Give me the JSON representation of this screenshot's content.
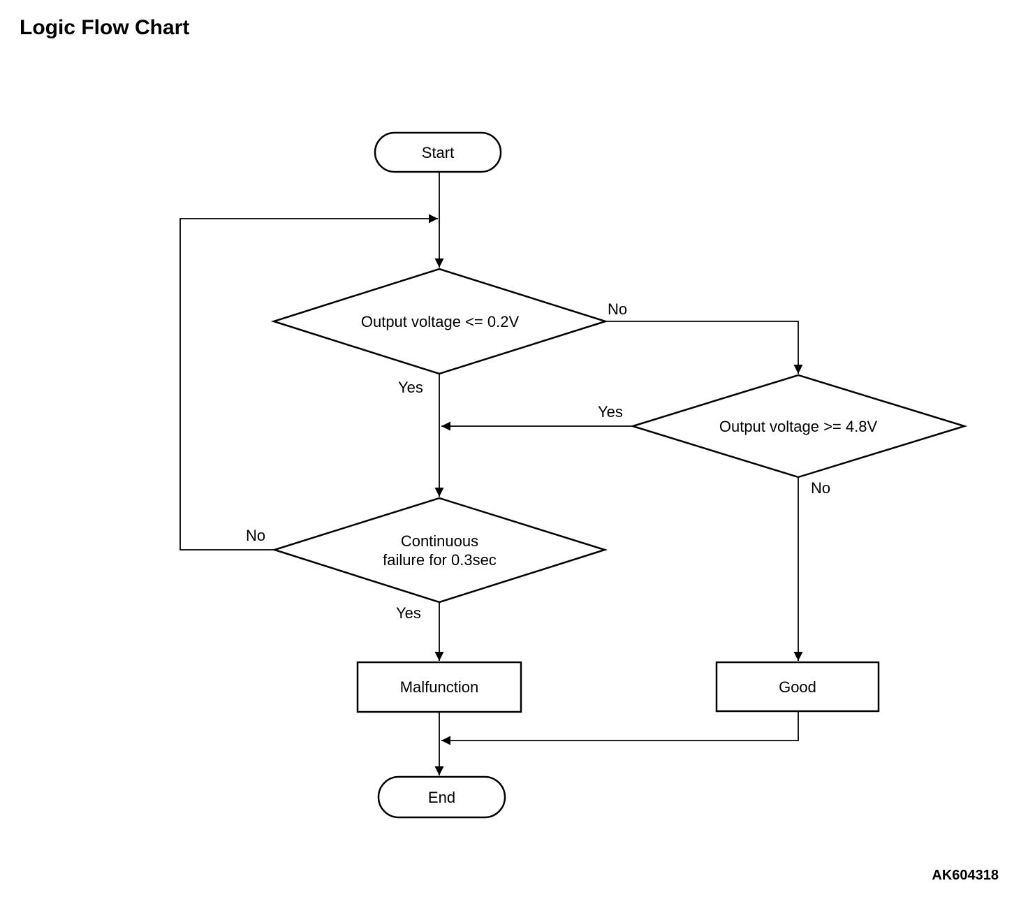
{
  "page": {
    "title": "Logic Flow Chart",
    "figure_code": "AK604318"
  },
  "flowchart": {
    "nodes": {
      "start": {
        "type": "terminator",
        "label": "Start"
      },
      "decision_output_low": {
        "type": "decision",
        "label": "Output voltage <= 0.2V"
      },
      "decision_output_high": {
        "type": "decision",
        "label": "Output voltage >= 4.8V"
      },
      "decision_continuous": {
        "type": "decision",
        "label": "Continuous\nfailure for 0.3sec"
      },
      "malfunction": {
        "type": "process",
        "label": "Malfunction"
      },
      "good": {
        "type": "process",
        "label": "Good"
      },
      "end": {
        "type": "terminator",
        "label": "End"
      }
    },
    "edge_labels": {
      "d1_no": "No",
      "d1_yes": "Yes",
      "d2_yes": "Yes",
      "d2_no": "No",
      "d3_no": "No",
      "d3_yes": "Yes"
    },
    "colors": {
      "line": "#000000",
      "background": "#ffffff"
    }
  }
}
